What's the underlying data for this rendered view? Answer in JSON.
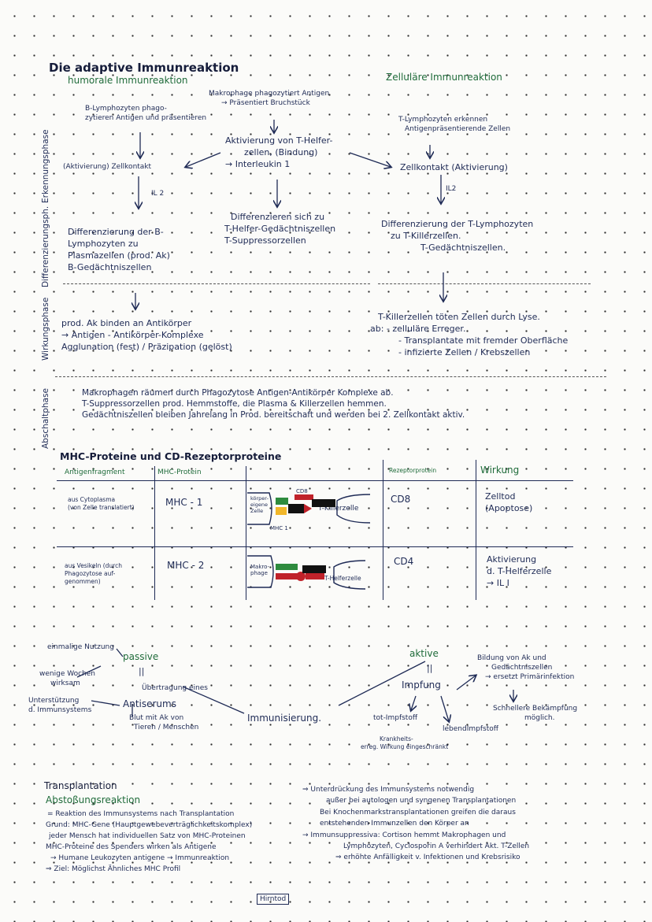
{
  "title": "Die adaptive Immunreaktion",
  "humoral": {
    "heading": "humorale Immunreaktion",
    "recog": [
      "B-Lymphozyten phago-",
      "zytieren Antigen und präsentieren"
    ],
    "contact": "(Aktivierung) Zellkontakt",
    "il": "IL 2",
    "diff": [
      "Differenzierung der B-",
      "Lymphozyten zu",
      "Plasmazellen (prod. Ak)",
      "B-Gedächtniszellen"
    ],
    "eff": [
      "prod. Ak binden an Antikörper",
      "→ Antigen - Antikörper-Komplexe",
      "Agglunation (fest) / Präzipation (gelöst)"
    ]
  },
  "center": {
    "makro": [
      "Makrophage phagozytiert Antigen",
      "→ Präsentiert Bruchstück"
    ],
    "activ": [
      "Aktivierung von T-Helfer-",
      "zellen, (Bindung)",
      "→ Interleukin 1"
    ],
    "diff": [
      "Differenzieren sich zu",
      "T-Helfer-Gedächtniszellen",
      "T-Suppressorzellen"
    ]
  },
  "cellular": {
    "heading": "Zelluläre Immunreaktion",
    "recog": [
      "T-Lymphozyten erkennen",
      "Antigenpräsentierende Zellen"
    ],
    "contact": "Zellkontakt (Aktivierung)",
    "il": "IL2",
    "diff": [
      "Differenzierung der T-Lymphozyten",
      "zu T-Killerzellen.",
      "T-Gedächtniszellen."
    ],
    "eff": [
      "T-Killerzellen töten Zellen durch Lyse.",
      "ab: - zelluläre Erreger.",
      "- Transplantate mit fremder Oberfläche",
      "- infizierte Zellen / Krebszellen"
    ]
  },
  "phases": [
    "Erkennungsphase",
    "Differenzierungsph.",
    "Wirkungsphase",
    "Abschaltphase"
  ],
  "shutdown": [
    "Makrophagen räumen durch Phagozytose Antigen-Antikörper Komplexe ab.",
    "T-Suppressorzellen prod. Hemmstoffe, die Plasma & Killerzellen hemmen.",
    "Gedächtniszellen bleiben Jahrelang in Prod. bereitschaft und werden bei 2. Zellkontakt aktiv."
  ],
  "mhc": {
    "heading": "MHC-Proteine und CD-Rezeptorproteine",
    "col1": "Antigenfragment",
    "col2": "MHC-Protein",
    "col4": "Rezeptorprotein",
    "col5": "Wirkung",
    "row1": {
      "frag": [
        "aus Cytoplasma",
        "(von Zelle translatiert)"
      ],
      "mhc": "MHC - 1",
      "cell": [
        "körper-",
        "eigene",
        "Zelle"
      ],
      "cd": "CD8",
      "mhclabel": "MHC 1",
      "tcell": "T-Killerzelle",
      "rec": "CD8",
      "eff": [
        "Zelltod",
        "(Apoptose)"
      ]
    },
    "row2": {
      "frag": [
        "aus Vesikeln (durch",
        "Phagozytose auf-",
        "genommen)"
      ],
      "mhc": "MHC - 2",
      "cell": [
        "Makro-",
        "phage"
      ],
      "tcell": "T-Helferzelle",
      "rec": "CD4",
      "eff": [
        "Aktivierung",
        "d. T-Helferzelle",
        "→ IL I"
      ]
    }
  },
  "immun": {
    "center": "Immunisierung.",
    "passive": "passive",
    "passive_sub": "Übertragung eines",
    "antiserum": "Antiserums",
    "blut": [
      "Blut mit Ak von",
      "Tieren / Menschen"
    ],
    "einmalig": "einmalige Nutzung",
    "wenige": [
      "wenige Wochen",
      "wirksam"
    ],
    "unterst": [
      "Unterstützung",
      "d. Immunsystems"
    ],
    "aktive": "aktive",
    "impfung": "Impfung",
    "bildung": [
      "Bildung von Ak und",
      "Gedächtniszellen",
      "→ ersetzt Primärinfektion"
    ],
    "schnell": [
      "Schnellere Bekämpfung",
      "möglich."
    ],
    "tot": "tot-Impfstoff",
    "lebend": "lebendImpfstoff",
    "krank": [
      "Krankheits-",
      "erreg. Wirkung eingeschränkt"
    ],
    "equals": "||"
  },
  "transplant": {
    "heading": "Transplantation",
    "sub": "Abstoßungsreaktion",
    "left": [
      "= Reaktion des Immunsystems nach Transplantation",
      "Grund: MHC-Gene (Hauptgewebeverträglichkeitskomplex)",
      "jeder Mensch hat individuellen Satz von MHC-Proteinen",
      "MHC-Proteine des Spenders wirken als Antigene",
      "→ Humane Leukozyten antigene → Immunreaktion",
      "⇒ Ziel: Möglichst Ähnliches MHC Profil"
    ],
    "hirntod": "Hirntod",
    "right": [
      "⇒ Unterdrückung des Immunsystems notwendig",
      "außer bei autologen und syngenen Transplantationen",
      "Bei Knochenmarkstransplantationen greifen die daraus",
      "entstehenden Immunzellen den Körper an",
      "→ Immunsuppressiva: Cortison hemmt Makrophagen und",
      "Lymphozyten, Cyclosporin A verhindert Akt. T-Zellen",
      "⇒ erhöhte Anfälligkeit v. Infektionen und Krebsrisiko"
    ]
  }
}
